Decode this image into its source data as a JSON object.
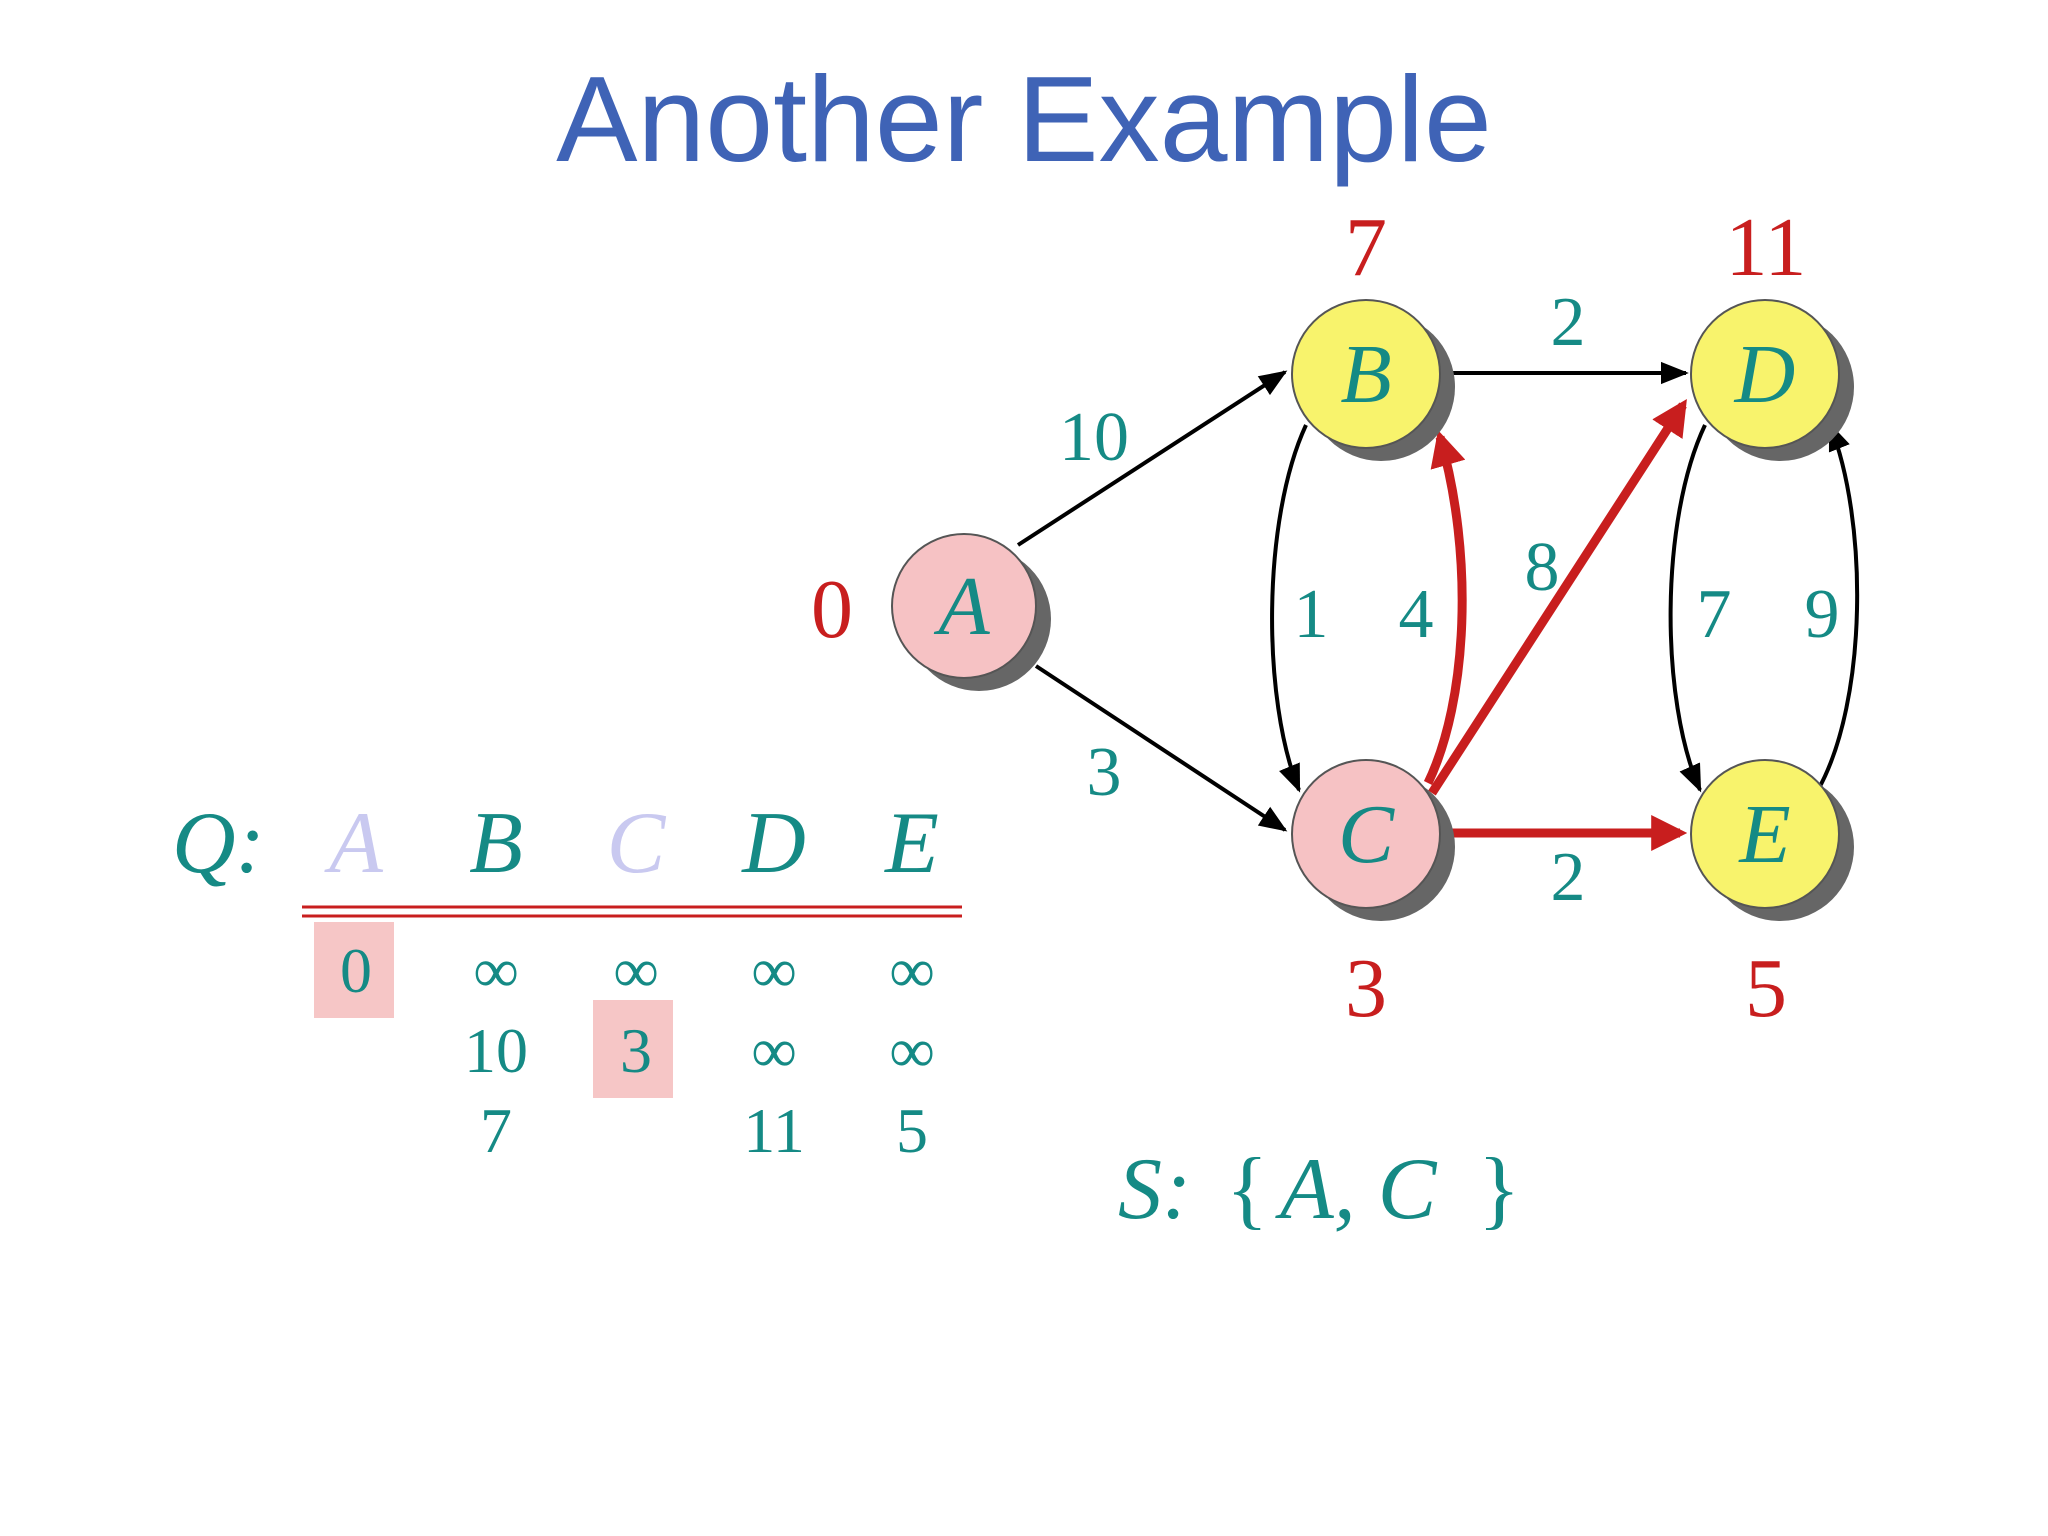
{
  "title": "Another Example",
  "colors": {
    "title": "#3f63b6",
    "teal": "#158a85",
    "red": "#c81e1e",
    "pink_node": "#f6c2c4",
    "yellow_node": "#f8f36c",
    "highlight": "#f6c6c6",
    "faded": "#c9c9f0"
  },
  "nodes": [
    {
      "id": "A",
      "label": "A",
      "distance": "0",
      "state": "done"
    },
    {
      "id": "B",
      "label": "B",
      "distance": "7",
      "state": "open"
    },
    {
      "id": "C",
      "label": "C",
      "distance": "3",
      "state": "done"
    },
    {
      "id": "D",
      "label": "D",
      "distance": "11",
      "state": "open"
    },
    {
      "id": "E",
      "label": "E",
      "distance": "5",
      "state": "open"
    }
  ],
  "edges": [
    {
      "from": "A",
      "to": "B",
      "weight": "10",
      "relaxed": false
    },
    {
      "from": "A",
      "to": "C",
      "weight": "3",
      "relaxed": false
    },
    {
      "from": "B",
      "to": "D",
      "weight": "2",
      "relaxed": false
    },
    {
      "from": "B",
      "to": "C",
      "weight": "1",
      "relaxed": false
    },
    {
      "from": "C",
      "to": "B",
      "weight": "4",
      "relaxed": true
    },
    {
      "from": "C",
      "to": "D",
      "weight": "8",
      "relaxed": true
    },
    {
      "from": "C",
      "to": "E",
      "weight": "2",
      "relaxed": true
    },
    {
      "from": "D",
      "to": "E",
      "weight": "7",
      "relaxed": false
    },
    {
      "from": "E",
      "to": "D",
      "weight": "9",
      "relaxed": false
    }
  ],
  "queue": {
    "label": "Q:",
    "columns": [
      "A",
      "B",
      "C",
      "D",
      "E"
    ],
    "extracted": [
      "A",
      "C"
    ],
    "rows": [
      [
        "0",
        "∞",
        "∞",
        "∞",
        "∞"
      ],
      [
        "",
        "10",
        "3",
        "∞",
        "∞"
      ],
      [
        "",
        "7",
        "",
        "11",
        "5"
      ]
    ]
  },
  "set_s": {
    "label": "S:",
    "open_brace": "{",
    "members": "A, C",
    "close_brace": "}"
  }
}
